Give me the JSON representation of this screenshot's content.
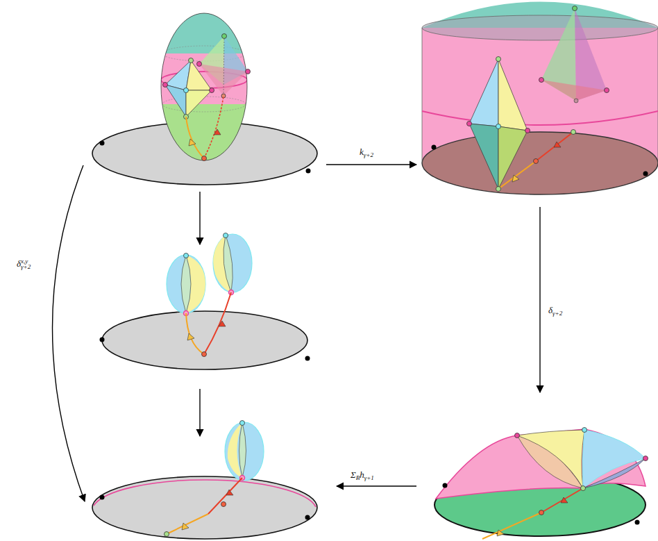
{
  "diagram": {
    "labels": [
      "kγ+2",
      "δx,yγ+2",
      "δγ+2",
      "ΣBhγ+1"
    ]
  }
}
